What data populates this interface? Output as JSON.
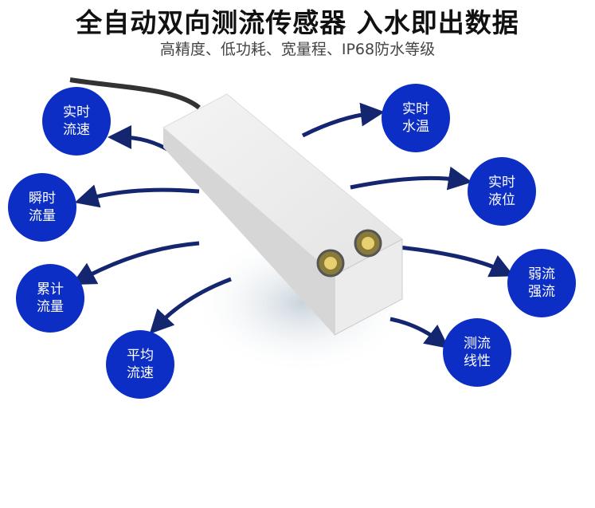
{
  "headline": "全自动双向测流传感器 入水即出数据",
  "subheadline": "高精度、低功耗、宽量程、IP68防水等级",
  "accent_color": "#0c2ec4",
  "arrow_color": "#152670",
  "features": [
    {
      "line1": "实时",
      "line2": "流速"
    },
    {
      "line1": "瞬时",
      "line2": "流量"
    },
    {
      "line1": "累计",
      "line2": "流量"
    },
    {
      "line1": "平均",
      "line2": "流速"
    },
    {
      "line1": "实时",
      "line2": "水温"
    },
    {
      "line1": "实时",
      "line2": "液位"
    },
    {
      "line1": "弱流",
      "line2": "强流"
    },
    {
      "line1": "测流",
      "line2": "线性"
    }
  ]
}
